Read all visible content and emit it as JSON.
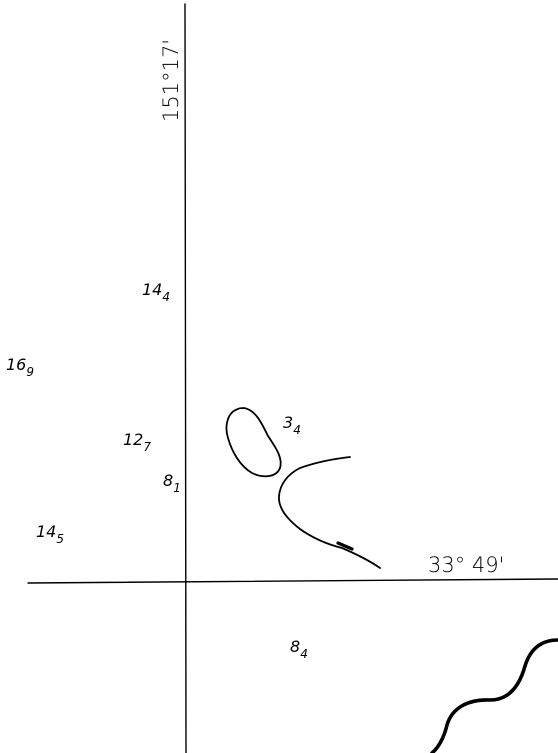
{
  "coordinates": {
    "longitude_label": "151°17'",
    "latitude_label": "33° 49'"
  },
  "soundings": [
    {
      "main": "14",
      "sub": "4"
    },
    {
      "main": "16",
      "sub": "9"
    },
    {
      "main": "12",
      "sub": "7"
    },
    {
      "main": "8",
      "sub": "1"
    },
    {
      "main": "3",
      "sub": "4"
    },
    {
      "main": "14",
      "sub": "5"
    },
    {
      "main": "8",
      "sub": "4"
    }
  ],
  "colors": {
    "ink": "#000000",
    "background": "#ffffff"
  }
}
